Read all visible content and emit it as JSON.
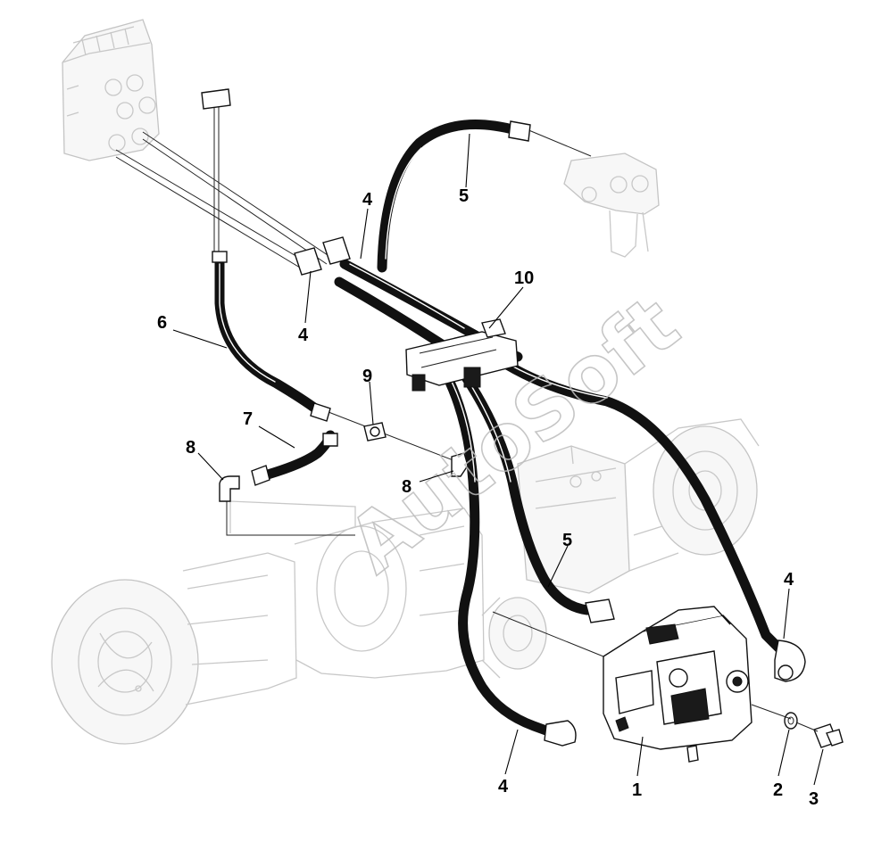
{
  "watermark": "AutoSoft",
  "callouts": {
    "pump": "1",
    "washer": "2",
    "bolt": "3",
    "hose_4_a": "4",
    "hose_4_b": "4",
    "hose_4_c": "4",
    "hose_4_d": "4",
    "hose_5_a": "5",
    "hose_5_b": "5",
    "hose_6": "6",
    "hose_7": "7",
    "elbow_8_a": "8",
    "elbow_8_b": "8",
    "fitting_9": "9",
    "clamp_10": "10"
  },
  "colors": {
    "hose": "#111111",
    "ghost_outline": "#c8c8c8",
    "watermark": "#bdbdbd"
  }
}
